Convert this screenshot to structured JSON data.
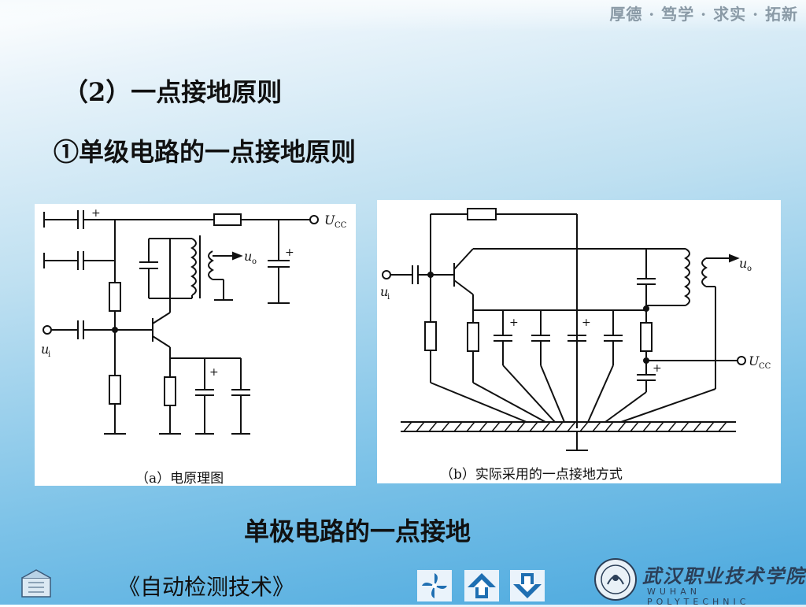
{
  "header": {
    "motto": "厚德 · 笃学 · 求实 · 拓新"
  },
  "slide": {
    "section_heading": "（2）一点接地原则",
    "sub_heading": "①单级电路的一点接地原则",
    "figure_title": "单极电路的一点接地"
  },
  "figure_a": {
    "caption": "（a）电原理图",
    "labels": {
      "ucc": "U",
      "ucc_sub": "CC",
      "uo": "u",
      "uo_sub": "o",
      "ui": "u",
      "ui_sub": "i",
      "plus": "+"
    }
  },
  "figure_b": {
    "caption": "（b）实际采用的一点接地方式",
    "labels": {
      "ucc": "U",
      "ucc_sub": "CC",
      "uo": "u",
      "uo_sub": "o",
      "ui": "u",
      "ui_sub": "i",
      "plus": "+"
    }
  },
  "footer": {
    "book_title": "《自动检测技术》",
    "school_name": "武汉职业技术学院",
    "school_name_en": "WUHAN POLYTECHNIC",
    "nav": {
      "home_icon": "pinwheel-home-icon",
      "prev_icon": "up-arrow-icon",
      "next_icon": "down-arrow-icon"
    }
  },
  "colors": {
    "accent": "#2f8fd0",
    "text": "#111111",
    "nav_blue": "#1f6fb2"
  }
}
